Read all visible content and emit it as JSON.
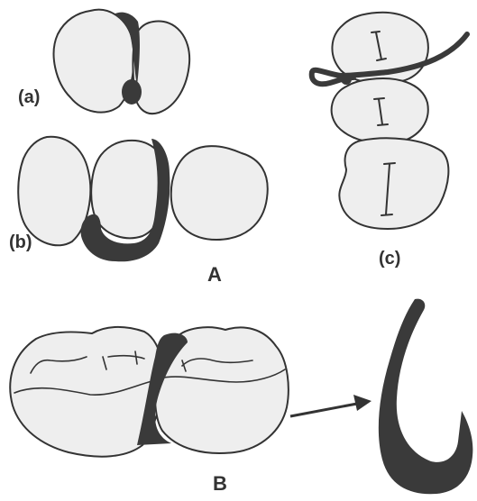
{
  "labels": {
    "a": "(a)",
    "b": "(b)",
    "c": "(c)",
    "A": "A",
    "B": "B"
  },
  "colors": {
    "tooth_fill": "#eeeeee",
    "outline": "#333333",
    "wedge": "#3a3a3a",
    "background": "#ffffff"
  }
}
